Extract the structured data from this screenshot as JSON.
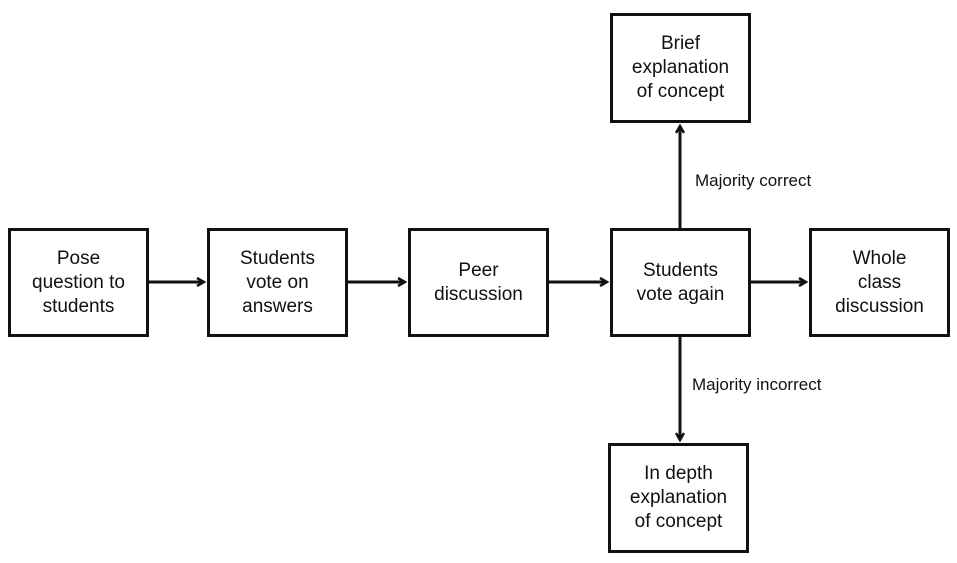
{
  "nodes": {
    "pose": "Pose\nquestion to\nstudents",
    "vote": "Students\nvote on\nanswers",
    "peer": "Peer\ndiscussion",
    "again": "Students\nvote again",
    "whole": "Whole\nclass\ndiscussion",
    "brief": "Brief\nexplanation\nof concept",
    "depth": "In depth\nexplanation\nof concept"
  },
  "edges": {
    "majority_correct": "Majority correct",
    "majority_incorrect": "Majority incorrect"
  },
  "colors": {
    "stroke": "#111111",
    "background": "#ffffff"
  }
}
